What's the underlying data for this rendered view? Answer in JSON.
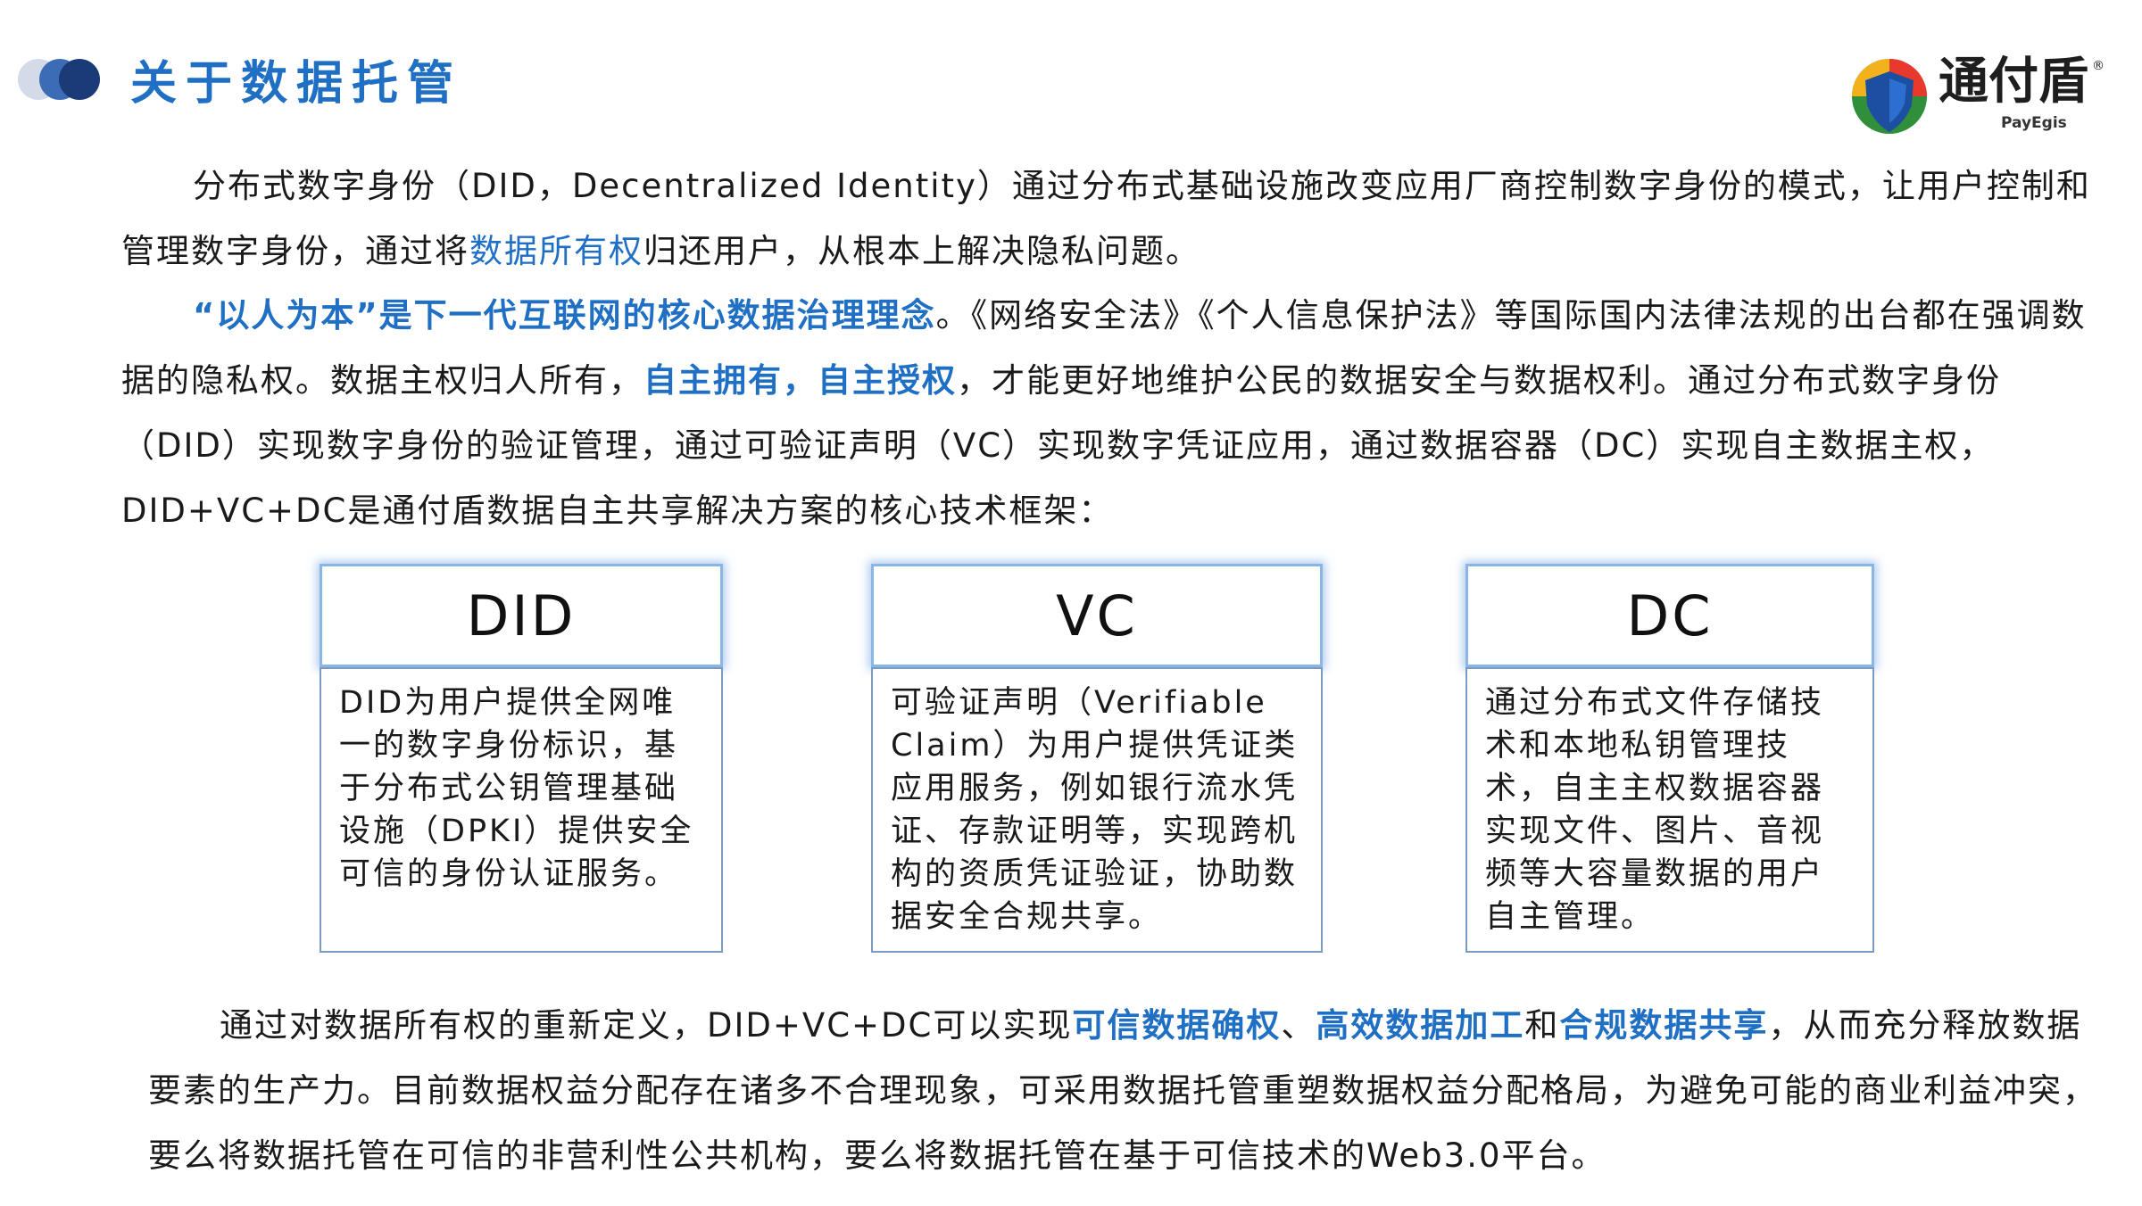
{
  "header": {
    "title": "关于数据托管",
    "logo_text": "通付盾",
    "logo_sub": "PayEgis",
    "logo_reg": "®"
  },
  "paragraph1": {
    "s1": "分布式数字身份（DID，Decentralized Identity）通过分布式基础设施改变应用厂商控制数字身份的模式，让用户控制和管理数字身份，通过将",
    "h1": "数据所有权",
    "s2": "归还用户，从根本上解决隐私问题。"
  },
  "paragraph2": {
    "h1": "“以人为本”是下一代互联网的核心数据治理理念",
    "s1": "。《网络安全法》《个人信息保护法》等国际国内法律法规的出台都在强调数据的隐私权。数据主权归人所有，",
    "h2": "自主拥有，自主授权",
    "s2": "，才能更好地维护公民的数据安全与数据权利。通过分布式数字身份（DID）实现数字身份的验证管理，通过可验证声明（VC）实现数字凭证应用，通过数据容器（DC）实现自主数据主权，DID+VC+DC是通付盾数据自主共享解决方案的核心技术框架："
  },
  "cards": [
    {
      "title": "DID",
      "body": "DID为用户提供全网唯一的数字身份标识，基于分布式公钥管理基础设施（DPKI）提供安全可信的身份认证服务。"
    },
    {
      "title": "VC",
      "body": "可验证声明（Verifiable Claim）为用户提供凭证类应用服务，例如银行流水凭证、存款证明等，实现跨机构的资质凭证验证，协助数据安全合规共享。"
    },
    {
      "title": "DC",
      "body": "通过分布式文件存储技术和本地私钥管理技术，自主主权数据容器实现文件、图片、音视频等大容量数据的用户自主管理。"
    }
  ],
  "paragraph3": {
    "s1": "通过对数据所有权的重新定义，DID+VC+DC可以实现",
    "h1": "可信数据确权",
    "s2": "、",
    "h2": "高效数据加工",
    "s3": "和",
    "h3": "合规数据共享",
    "s4": "，从而充分释放数据要素的生产力。目前数据权益分配存在诸多不合理现象，可采用数据托管重塑数据权益分配格局，为避免可能的商业利益冲突，要么将数据托管在可信的非营利性公共机构，要么将数据托管在基于可信技术的Web3.0平台。"
  },
  "colors": {
    "accent": "#1f6fc4",
    "card_border": "#8ab6e6",
    "dot_light": "#d3dbe8",
    "dot_mid": "#3d6cb7",
    "dot_dark": "#1b3a78"
  }
}
